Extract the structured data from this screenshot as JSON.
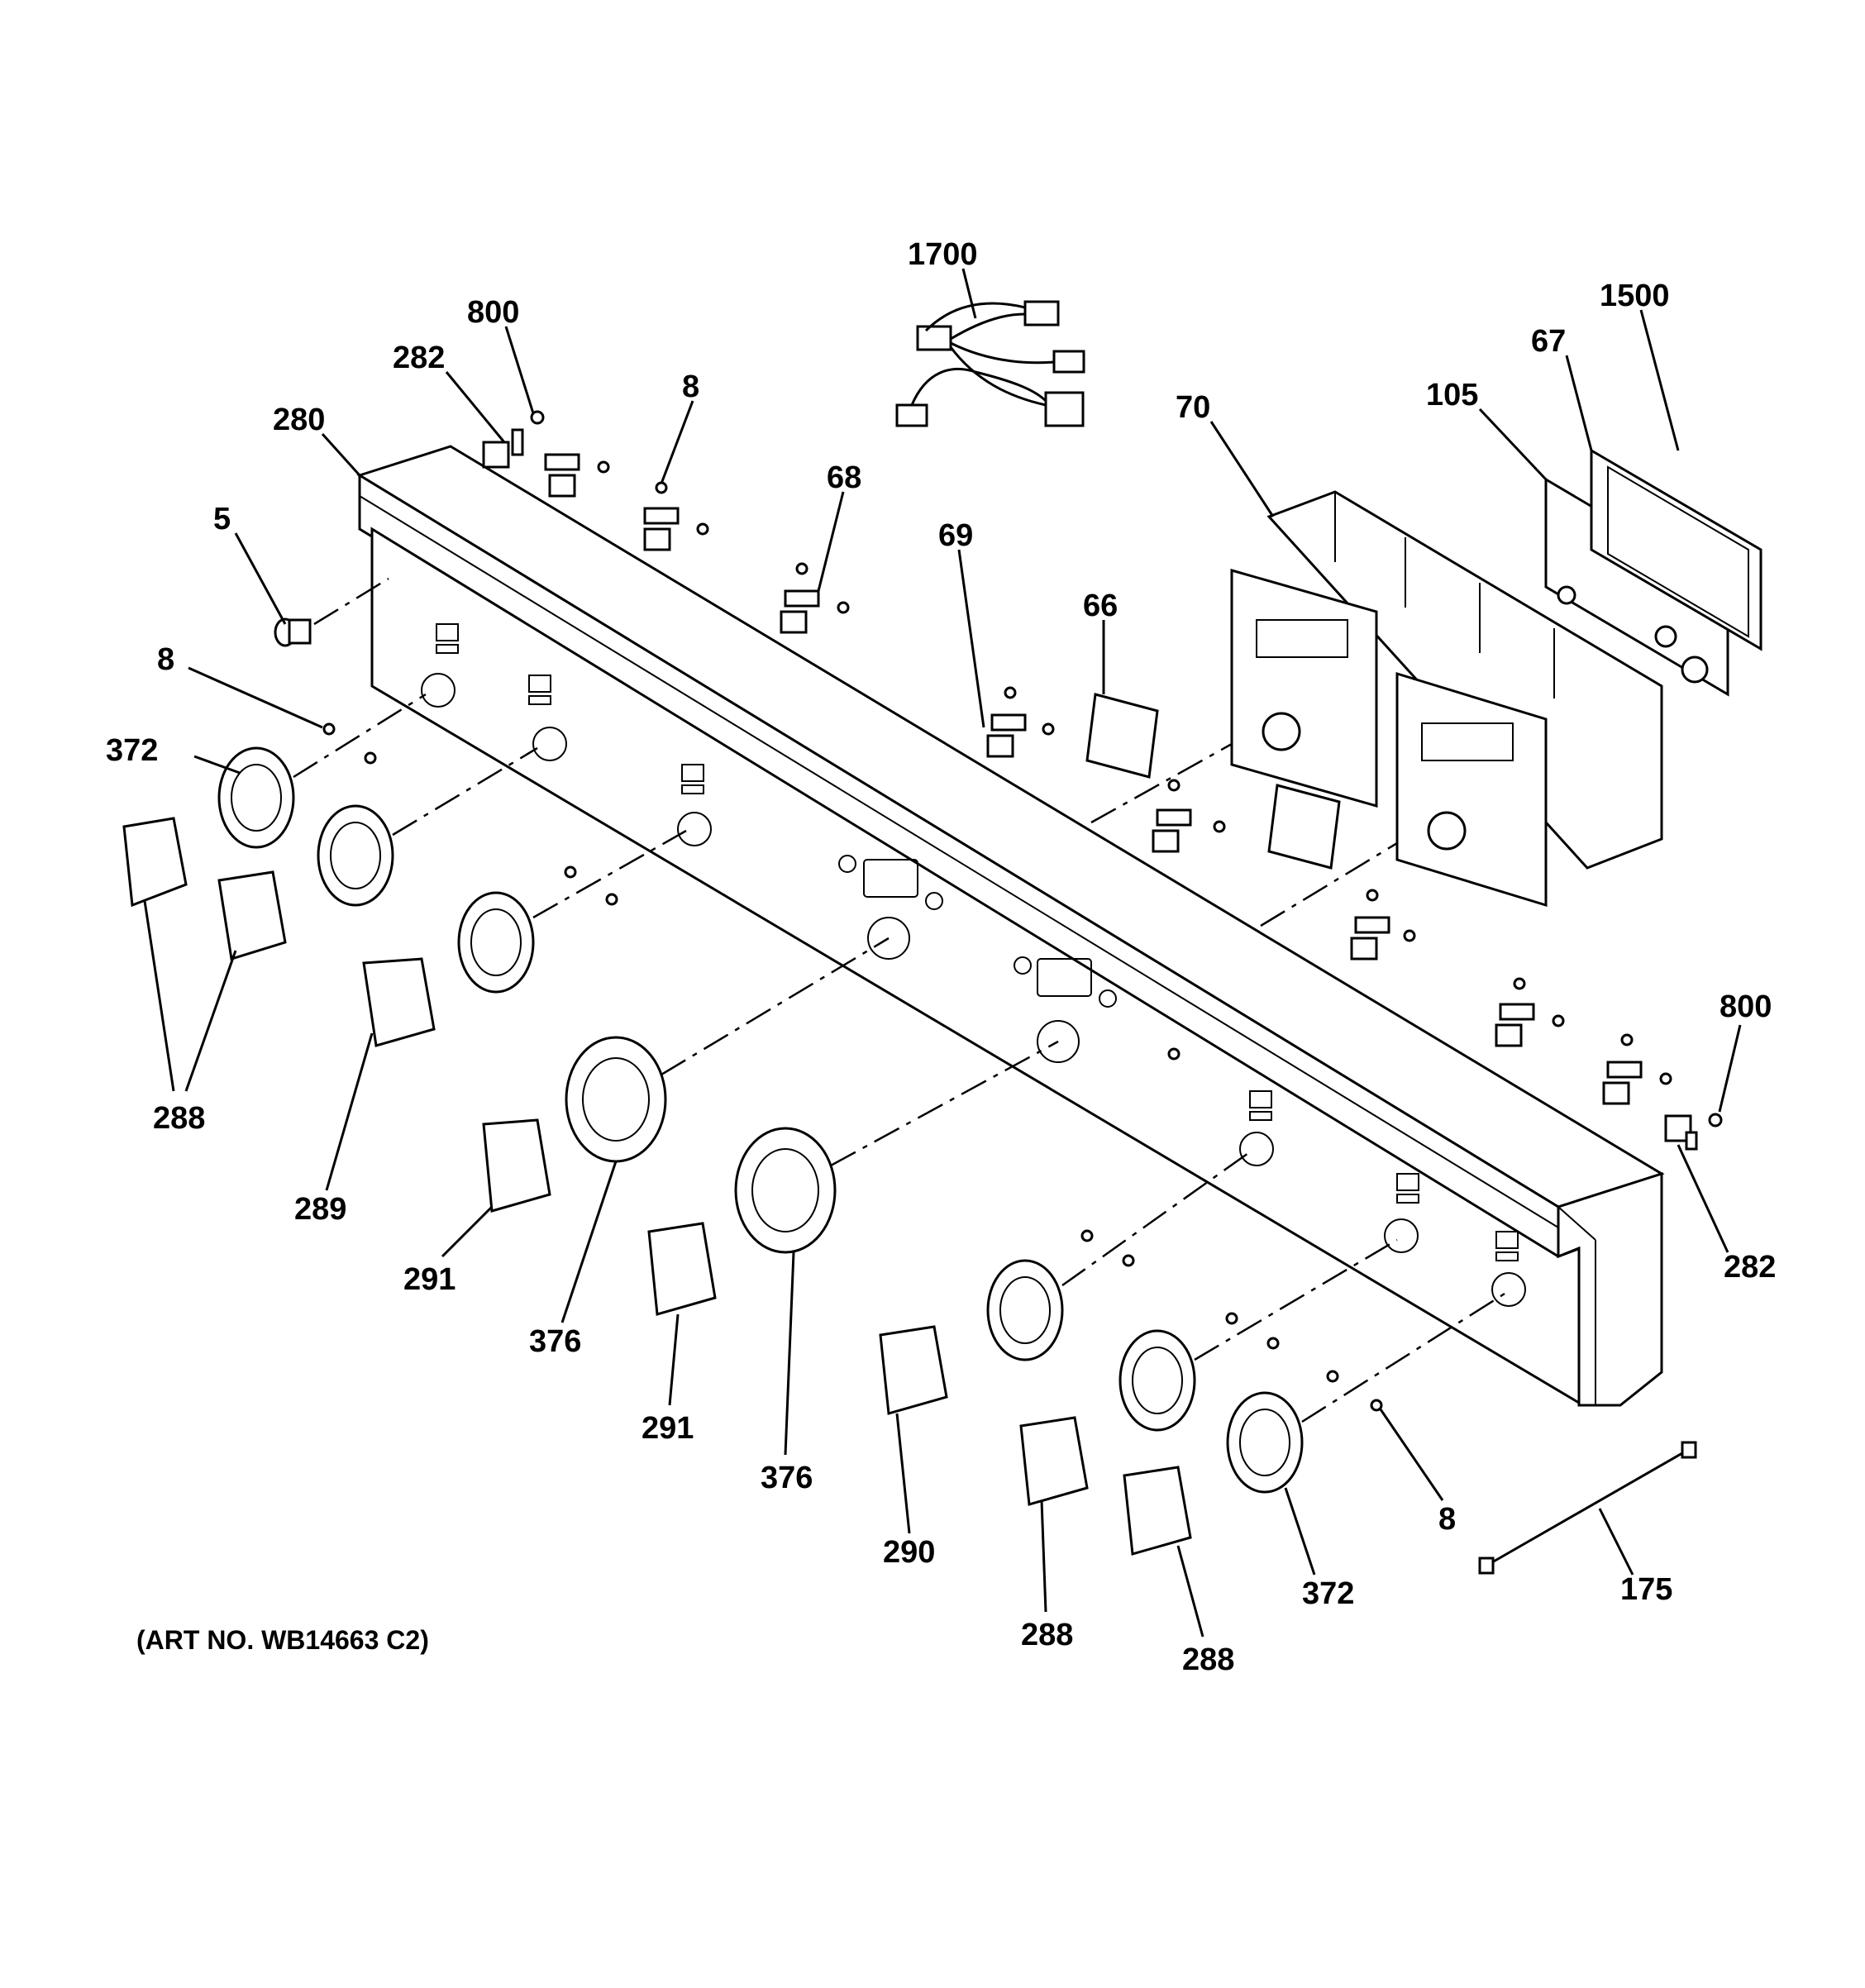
{
  "diagram": {
    "art_number": "(ART NO. WB14663 C2)",
    "callouts": [
      {
        "id": "c1700",
        "label": "1700"
      },
      {
        "id": "c1500",
        "label": "1500"
      },
      {
        "id": "c67",
        "label": "67"
      },
      {
        "id": "c105",
        "label": "105"
      },
      {
        "id": "c70",
        "label": "70"
      },
      {
        "id": "c800a",
        "label": "800"
      },
      {
        "id": "c282a",
        "label": "282"
      },
      {
        "id": "c8a",
        "label": "8"
      },
      {
        "id": "c280",
        "label": "280"
      },
      {
        "id": "c68",
        "label": "68"
      },
      {
        "id": "c5",
        "label": "5"
      },
      {
        "id": "c69",
        "label": "69"
      },
      {
        "id": "c66",
        "label": "66"
      },
      {
        "id": "c8b",
        "label": "8"
      },
      {
        "id": "c372a",
        "label": "372"
      },
      {
        "id": "c288a",
        "label": "288"
      },
      {
        "id": "c289",
        "label": "289"
      },
      {
        "id": "c291a",
        "label": "291"
      },
      {
        "id": "c376a",
        "label": "376"
      },
      {
        "id": "c291b",
        "label": "291"
      },
      {
        "id": "c376b",
        "label": "376"
      },
      {
        "id": "c290",
        "label": "290"
      },
      {
        "id": "c288b",
        "label": "288"
      },
      {
        "id": "c288c",
        "label": "288"
      },
      {
        "id": "c372b",
        "label": "372"
      },
      {
        "id": "c8c",
        "label": "8"
      },
      {
        "id": "c175",
        "label": "175"
      },
      {
        "id": "c800b",
        "label": "800"
      },
      {
        "id": "c282b",
        "label": "282"
      }
    ]
  }
}
